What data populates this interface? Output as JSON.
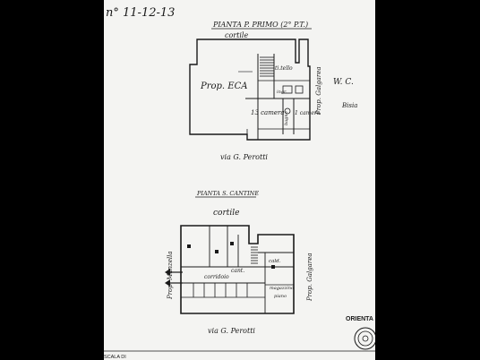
{
  "header": {
    "sheet_ref": "n° 11-12-13"
  },
  "plan_upper": {
    "title": "PIANTA P. PRIMO (2° P.T.)",
    "courtyard": "cortile",
    "street": "via G. Perotti",
    "neighbour_owner": "Prop. ECA",
    "neighbour_side": "Prop. Galgarea",
    "rooms": {
      "vestibule": "ti.tello",
      "room_1": "13 camera",
      "room_2": "1 camera",
      "bath": "bagno",
      "entrance": "ingr."
    },
    "marginal_note": "W. C.",
    "marginal_note_2": "Bisia"
  },
  "plan_lower": {
    "title": "PIANTA S. CANTINE",
    "courtyard": "cortile",
    "street": "via G. Perotti",
    "neighbour_left": "Prop. Manzella",
    "neighbour_right": "Prop. Galgarea",
    "rooms": {
      "cellar": "cant.",
      "corridor": "corridoio",
      "boiler": "cald.",
      "storage": "magazzino",
      "piano": "piano"
    }
  },
  "footer": {
    "orientation": "ORIENTA",
    "scale": "SCALA DI"
  }
}
